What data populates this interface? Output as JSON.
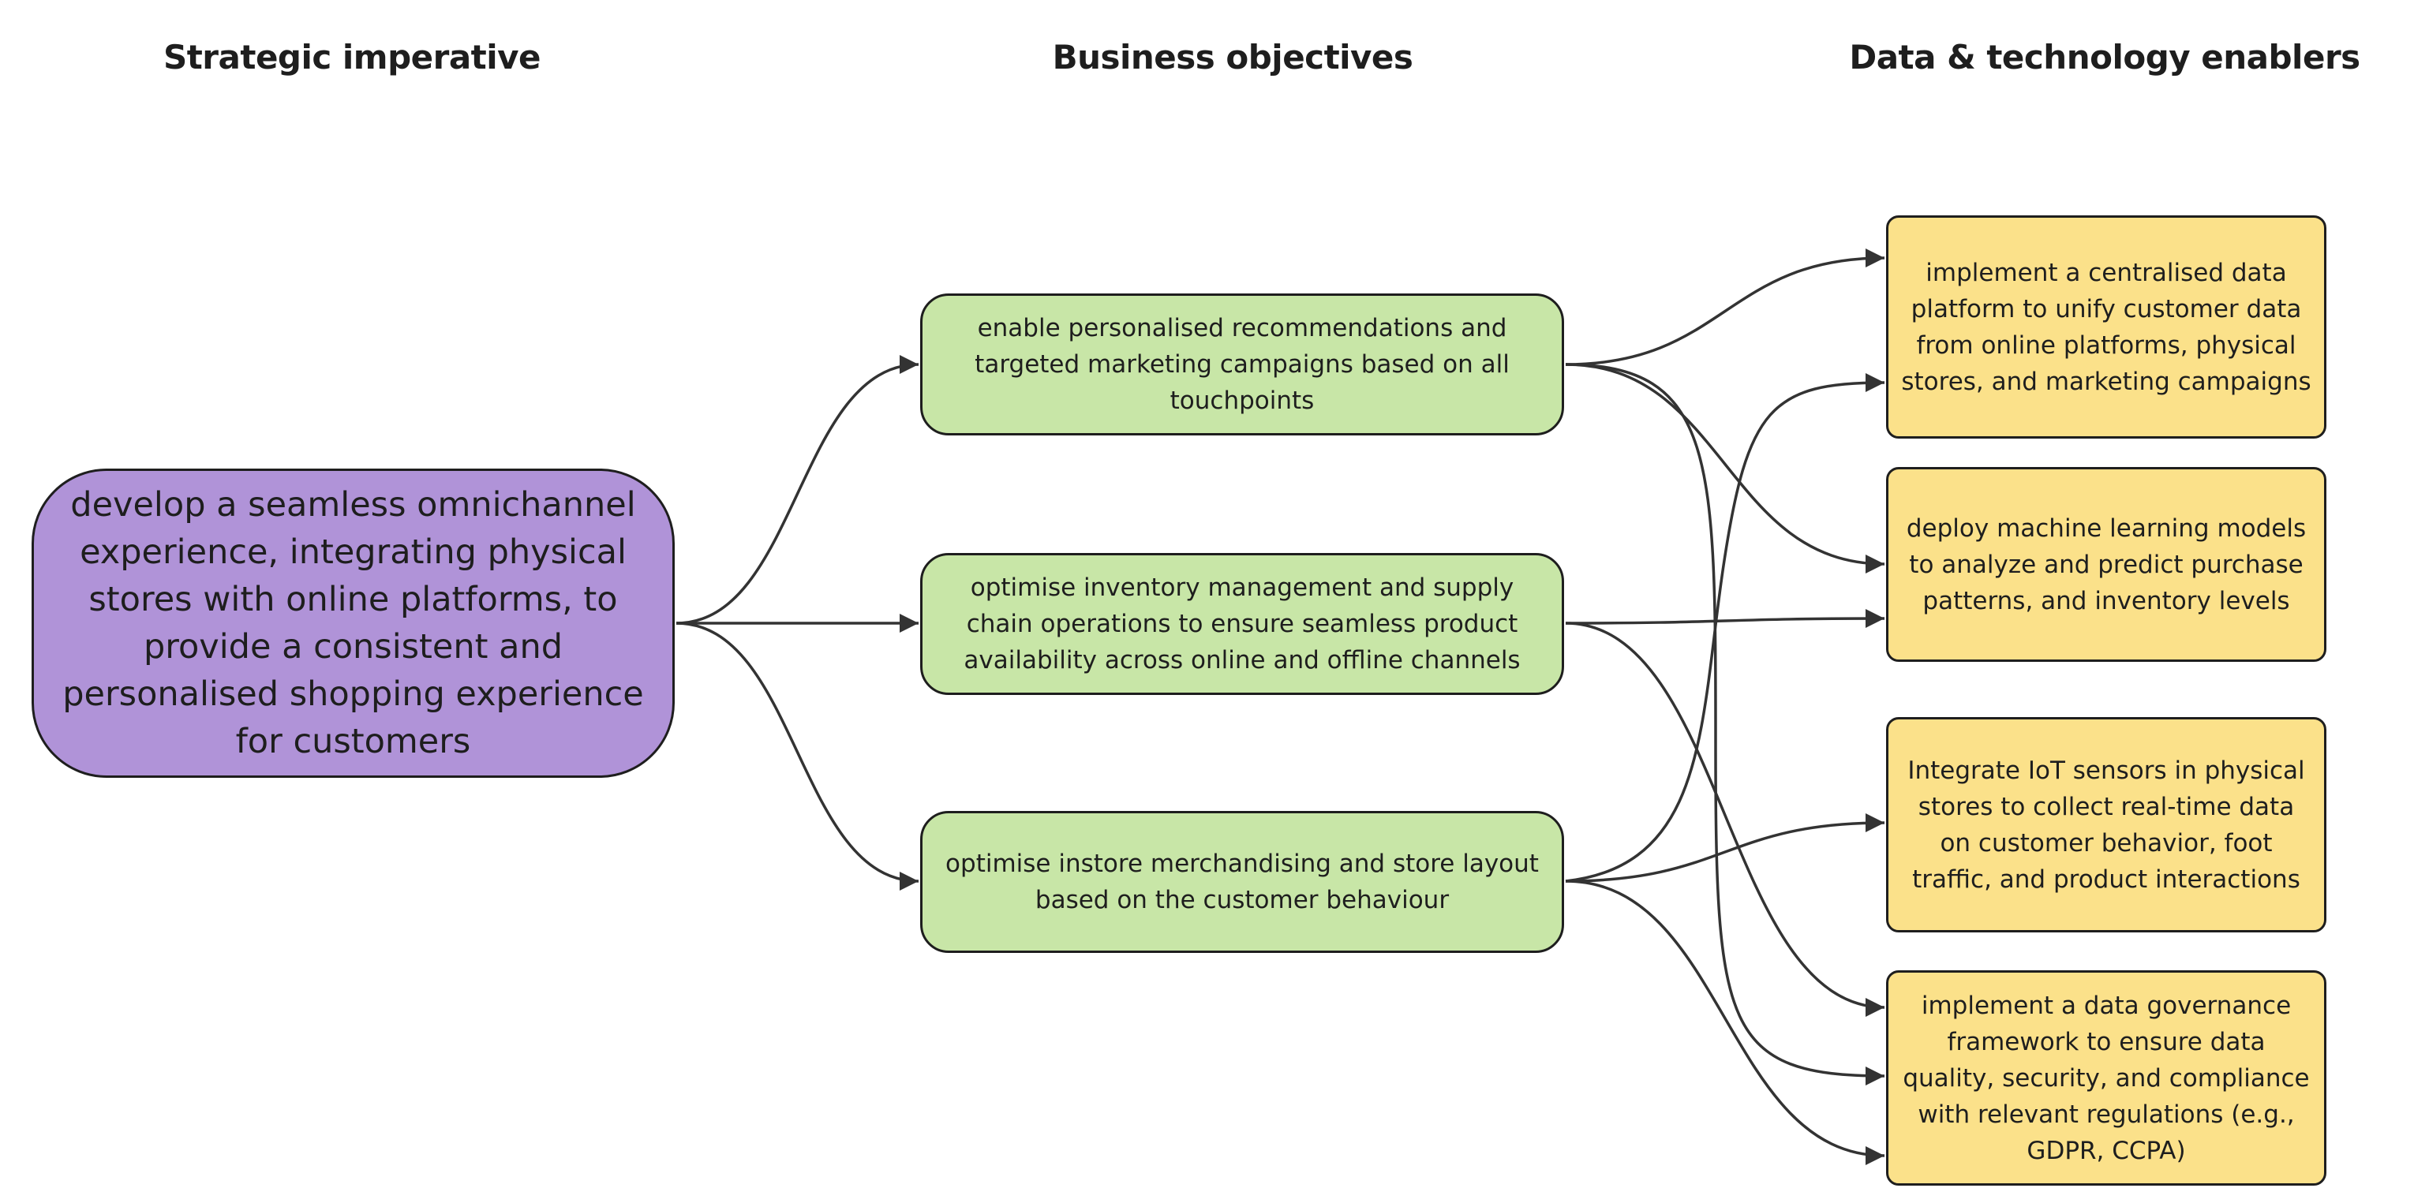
{
  "headers": {
    "strategic": "Strategic imperative",
    "objectives": "Business objectives",
    "enablers": "Data & technology enablers"
  },
  "strategic_imperative": {
    "text": "develop a seamless omnichannel experience, integrating physical stores with online platforms, to provide a consistent and personalised shopping experience for customers",
    "color": "#b093d8"
  },
  "objectives": [
    {
      "id": "obj1",
      "text": "enable personalised recommendations and targeted marketing campaigns based on all touchpoints"
    },
    {
      "id": "obj2",
      "text": "optimise inventory management and supply chain operations to ensure seamless product availability across online and offline channels"
    },
    {
      "id": "obj3",
      "text": "optimise instore merchandising and store layout based on the customer behaviour"
    }
  ],
  "objective_color": "#c8e6a7",
  "enablers": [
    {
      "id": "en1",
      "text": "implement a centralised data platform to unify  customer data from online platforms, physical stores, and marketing campaigns"
    },
    {
      "id": "en2",
      "text": "deploy machine learning models to analyze and predict purchase patterns, and inventory levels"
    },
    {
      "id": "en3",
      "text": "Integrate IoT sensors in physical stores to collect real-time data on customer behavior, foot traffic, and product interactions"
    },
    {
      "id": "en4",
      "text": "implement a data governance framework to ensure data quality, security, and compliance with relevant regulations (e.g., GDPR, CCPA)"
    }
  ],
  "enabler_color": "#fbe18a",
  "connections": [
    {
      "from": "imperative",
      "to": "obj1"
    },
    {
      "from": "imperative",
      "to": "obj2"
    },
    {
      "from": "imperative",
      "to": "obj3"
    },
    {
      "from": "obj1",
      "to": "en1"
    },
    {
      "from": "obj1",
      "to": "en2"
    },
    {
      "from": "obj1",
      "to": "en4"
    },
    {
      "from": "obj2",
      "to": "en2"
    },
    {
      "from": "obj2",
      "to": "en4"
    },
    {
      "from": "obj3",
      "to": "en1"
    },
    {
      "from": "obj3",
      "to": "en3"
    },
    {
      "from": "obj3",
      "to": "en4"
    }
  ]
}
